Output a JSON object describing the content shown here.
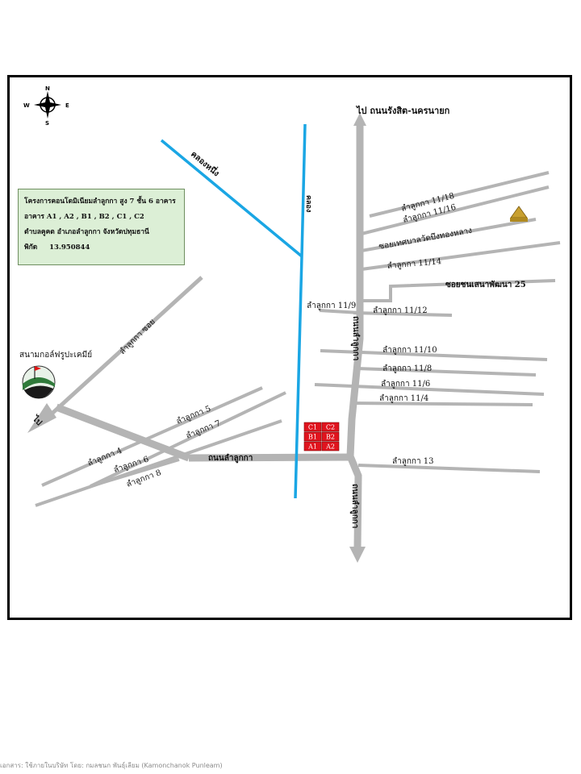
{
  "map": {
    "compass": {
      "n": "N",
      "s": "S",
      "e": "E",
      "w": "W"
    },
    "top_direction": "ไป ถนนรังสิต-นครนายก",
    "canal_diagonal": "คลองหนึ่ง",
    "canal_vertical": "คลอง",
    "golf_course": "สนามกอล์ฟรูปะเคมีย์",
    "left_arrow_label": "ไป",
    "info_box": {
      "line1": "โครงการคอนโดมิเนียมลำลูกกา  สูง 7 ชั้น  6 อาคาร",
      "line2": "อาคาร A1 , A2 , B1 , B2 , C1 , C2",
      "line3": "ตำบลคูคต อำเภอลำลูกกา จังหวัดปทุมธานี",
      "line4_label": "พิกัด",
      "line4_value": "13.950844"
    },
    "buildings": [
      {
        "id": "C1"
      },
      {
        "id": "C2"
      },
      {
        "id": "B1"
      },
      {
        "id": "B2"
      },
      {
        "id": "A1"
      },
      {
        "id": "A2"
      }
    ],
    "roads": {
      "main_horizontal": "ถนนลำลูกกา",
      "main_vertical_top": "ถนนลำลูกกา",
      "main_vertical_bottom": "ถนนลำลูกกา",
      "diagonal_upper": "ลำลูกกา ซอย",
      "soi_11_18": "ลำลูกกา 11/18",
      "soi_11_16": "ลำลูกกา 11/16",
      "soi_temple": "ซอยเทศบาลวัดบึงทองหลาง",
      "soi_11_14": "ลำลูกกา 11/14",
      "soi_25": "ซอยชนเสนาพัฒนา 25",
      "soi_11_9": "ลำลูกกา 11/9",
      "soi_11_12": "ลำลูกกา 11/12",
      "soi_11_10": "ลำลูกกา 11/10",
      "soi_11_8": "ลำลูกกา 11/8",
      "soi_11_6": "ลำลูกกา 11/6",
      "soi_11_4": "ลำลูกกา 11/4",
      "soi_13": "ลำลูกกา 13",
      "soi_5": "ลำลูกกา 5",
      "soi_7": "ลำลูกกา 7",
      "soi_4": "ลำลูกกา 4",
      "soi_6": "ลำลูกกา 6",
      "soi_8": "ลำลูกกา 8"
    },
    "colors": {
      "road": "#b4b4b4",
      "canal": "#1aa6e4",
      "building": "#e0141e",
      "info_bg": "#dcefd6"
    }
  },
  "footer": "เอกสาร: ใช้ภายในบริษัท โดย: กมลชนก พันธุ์เลียม (Kamonchanok Punleam)"
}
